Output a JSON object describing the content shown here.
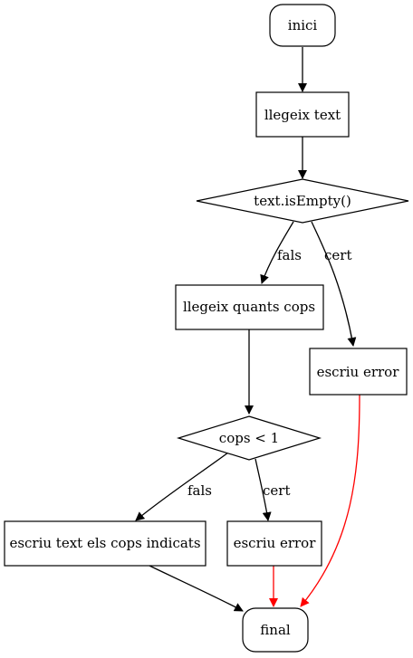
{
  "colors": {
    "normal_edge": "#000000",
    "error_edge": "#ff0000",
    "node_border": "#000000",
    "background": "#ffffff"
  },
  "nodes": {
    "inici": "inici",
    "llegeix_text": "llegeix text",
    "text_is_empty": "text.isEmpty()",
    "llegeix_cops": "llegeix quants cops",
    "escriu_error_1": "escriu error",
    "cops_menor_1": "cops < 1",
    "escriu_text": "escriu text els cops indicats",
    "escriu_error_2": "escriu error",
    "final": "final"
  },
  "edge_labels": {
    "empty_fals": "fals",
    "empty_cert": "cert",
    "cops_fals": "fals",
    "cops_cert": "cert"
  }
}
